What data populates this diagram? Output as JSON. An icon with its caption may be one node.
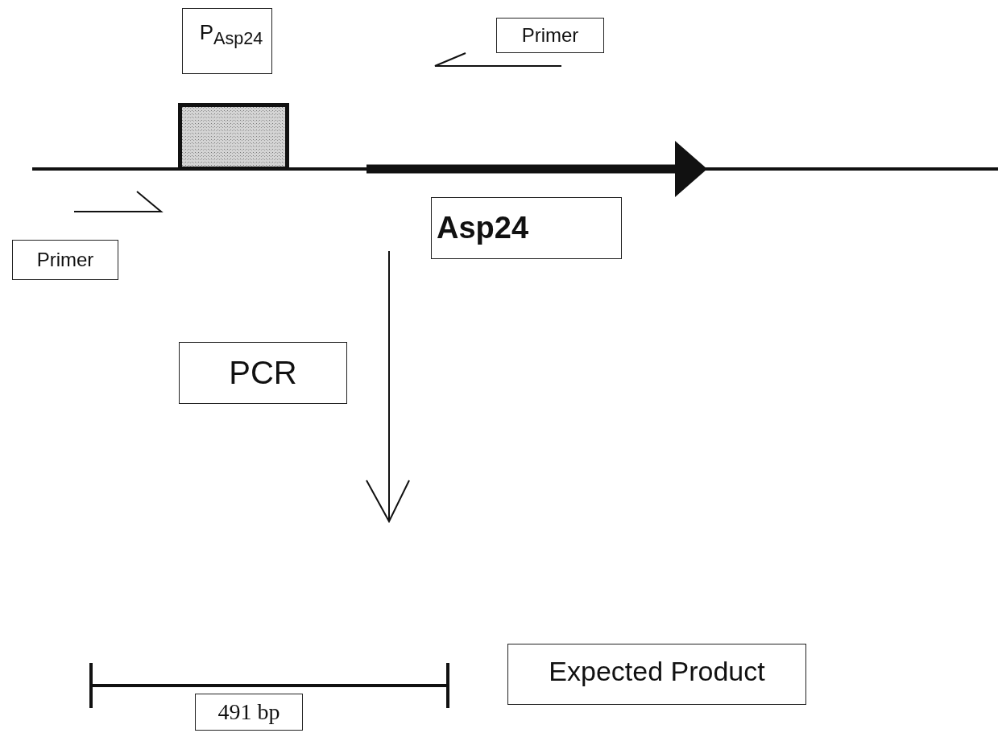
{
  "diagram": {
    "nodes": [
      {
        "text": [
          "P$_{Asp24}$"
        ]
      },
      {
        "text": [
          "Primer"
        ]
      },
      {
        "text": [],
        "shape": "box"
      },
      {
        "text": [
          "Asp24"
        ]
      },
      {
        "text": [
          "Primer"
        ]
      },
      {
        "text": [
          "PCR"
        ]
      },
      {
        "text": [
          "Expected Product"
        ]
      },
      {
        "text": [
          "491 bp"
        ]
      }
    ]
  }
}
